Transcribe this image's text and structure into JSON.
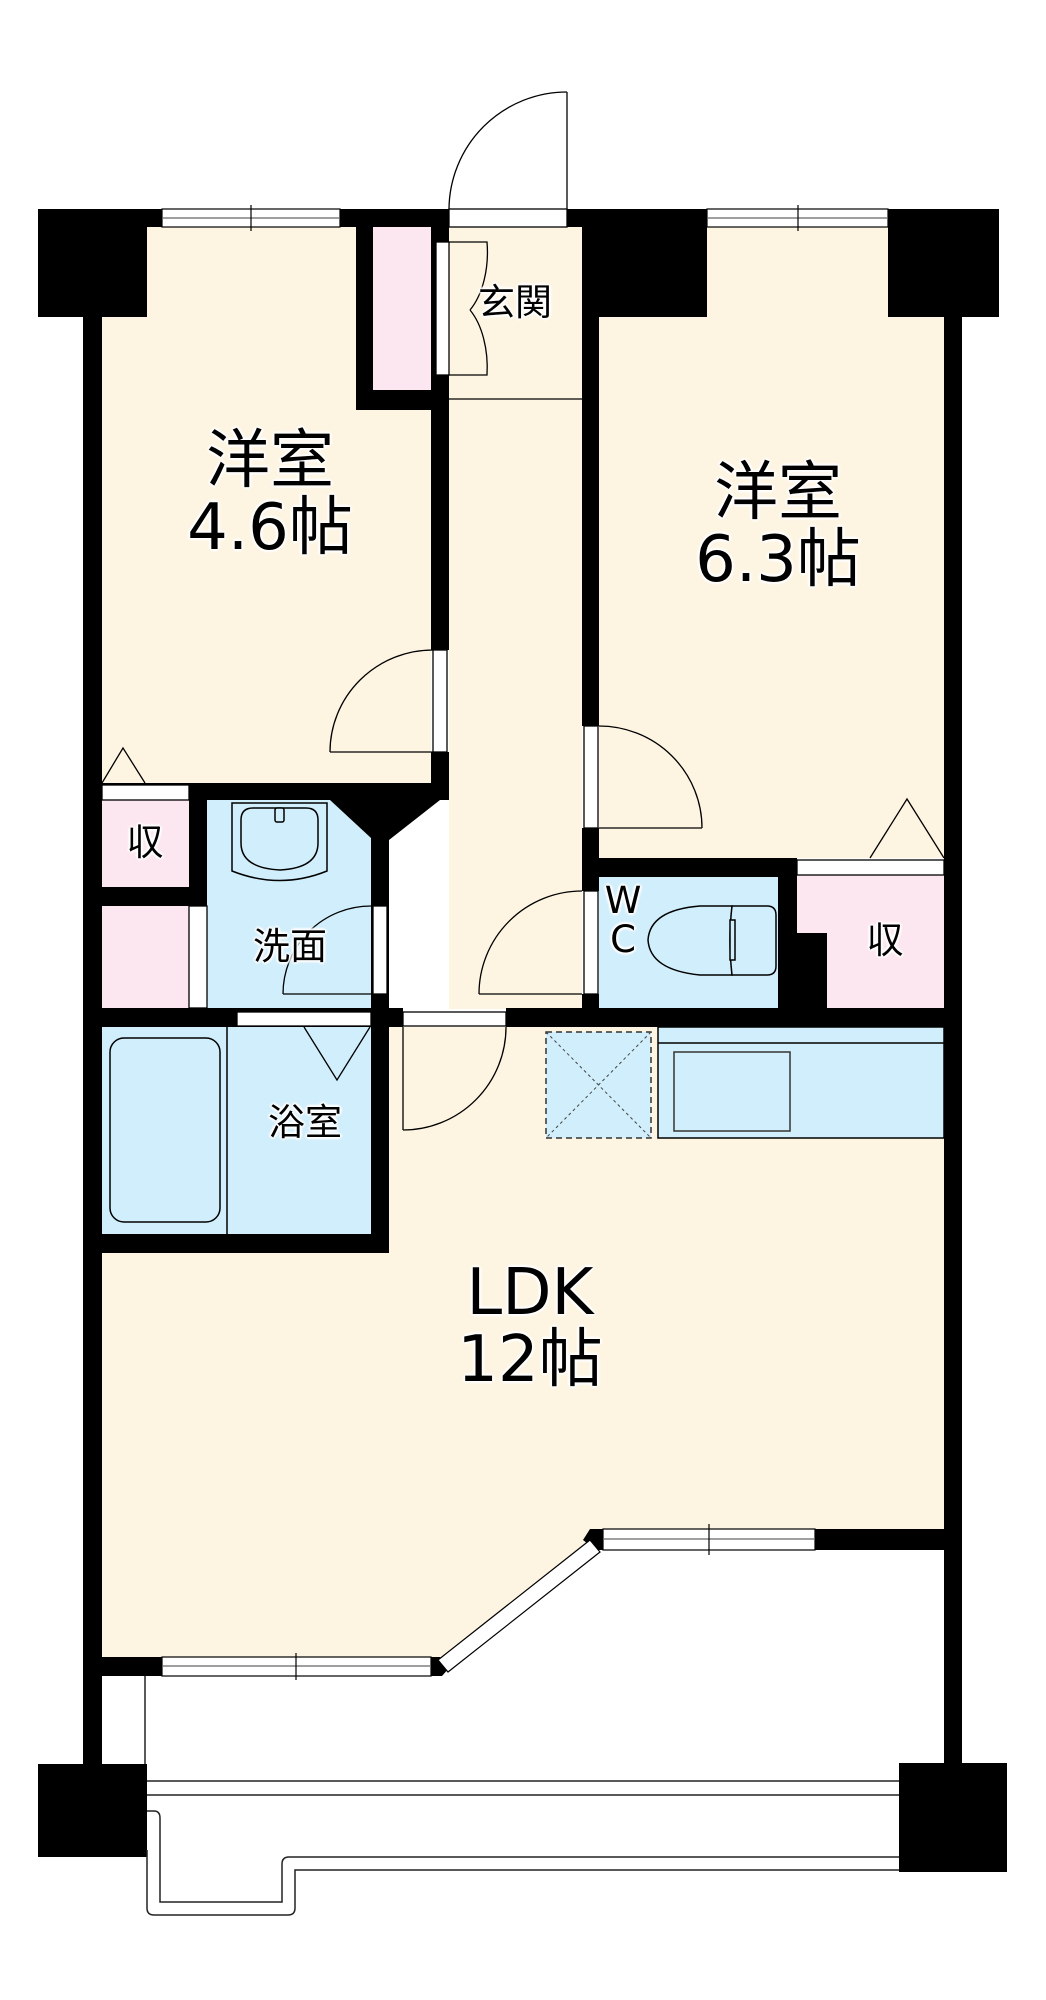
{
  "floor_plan": {
    "colors": {
      "floor": "#FDF5E2",
      "storage": "#FCE6EF",
      "wet_area": "#D0EEFB",
      "wall": "#000000",
      "background": "#FFFFFF"
    },
    "rooms": {
      "western_room_left": {
        "name": "洋室",
        "size": "4.6帖"
      },
      "western_room_right": {
        "name": "洋室",
        "size": "6.3帖"
      },
      "entrance": {
        "name": "玄関"
      },
      "storage_left": {
        "name": "収"
      },
      "storage_right": {
        "name": "収"
      },
      "washroom": {
        "name": "洗面"
      },
      "bathroom": {
        "name": "浴室"
      },
      "toilet": {
        "name_line1": "W",
        "name_line2": "C"
      },
      "ldk": {
        "name": "LDK",
        "size": "12帖"
      }
    }
  }
}
